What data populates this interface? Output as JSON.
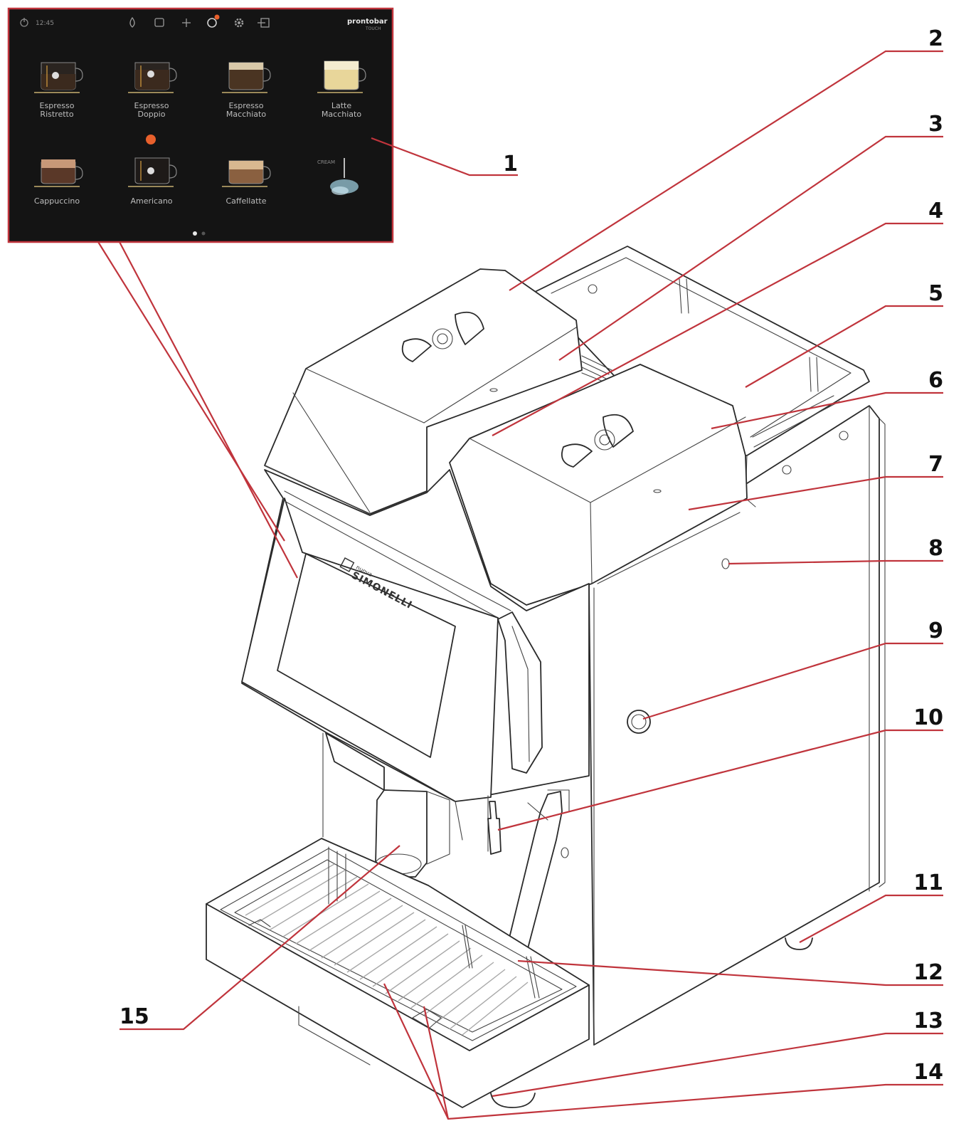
{
  "screen": {
    "status_time": "12:45",
    "brand": "prontobar",
    "brand_sub": "TOUCH",
    "drinks": [
      {
        "line1": "Espresso",
        "line2": "Ristretto"
      },
      {
        "line1": "Espresso",
        "line2": "Doppio"
      },
      {
        "line1": "Espresso",
        "line2": "Macchiato"
      },
      {
        "line1": "Latte",
        "line2": "Macchiato"
      },
      {
        "line1": "Cappuccino",
        "line2": ""
      },
      {
        "line1": "Americano",
        "line2": ""
      },
      {
        "line1": "Caffellatte",
        "line2": ""
      },
      {
        "line1": "",
        "line2": "",
        "tag": "CREAM"
      }
    ],
    "icons": [
      "power-icon",
      "drop-icon",
      "refresh-icon",
      "plus-icon",
      "coffee-badge-icon",
      "gear-icon",
      "exit-icon"
    ],
    "page_dots": 2,
    "active_page": 1
  },
  "machine_logo": {
    "line1": "nuova",
    "line2": "SIMONELLI"
  },
  "callouts": [
    "1",
    "2",
    "3",
    "4",
    "5",
    "6",
    "7",
    "8",
    "9",
    "10",
    "11",
    "12",
    "13",
    "14",
    "15"
  ],
  "colors": {
    "leader": "#c0343c",
    "screen_bg": "#141414",
    "accent_dot": "#e8602c",
    "outline": "#2a2a2a"
  }
}
